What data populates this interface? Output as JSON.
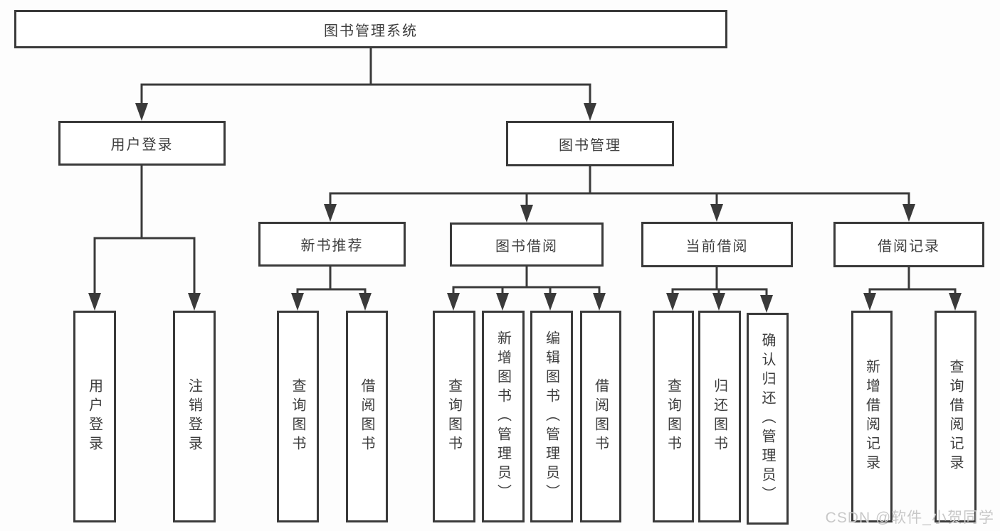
{
  "tree": {
    "root": "图书管理系统",
    "branches": [
      {
        "label": "用户登录",
        "children": [
          "用户登录",
          "注销登录"
        ]
      },
      {
        "label": "图书管理",
        "groups": [
          {
            "label": "新书推荐",
            "children": [
              "查询图书",
              "借阅图书"
            ]
          },
          {
            "label": "图书借阅",
            "children": [
              "查询图书",
              "新增图书（管理员）",
              "编辑图书（管理员）",
              "借阅图书"
            ]
          },
          {
            "label": "当前借阅",
            "children": [
              "查询图书",
              "归还图书",
              "确认归还（管理员）"
            ]
          },
          {
            "label": "借阅记录",
            "children": [
              "新增借阅记录",
              "查询借阅记录"
            ]
          }
        ]
      }
    ]
  },
  "watermark": {
    "text": "CSDN @软件_小贺同学"
  },
  "colors": {
    "line": "#3a3a3a",
    "watermark": "#c8c8c8",
    "background": "#fdfdfd"
  }
}
